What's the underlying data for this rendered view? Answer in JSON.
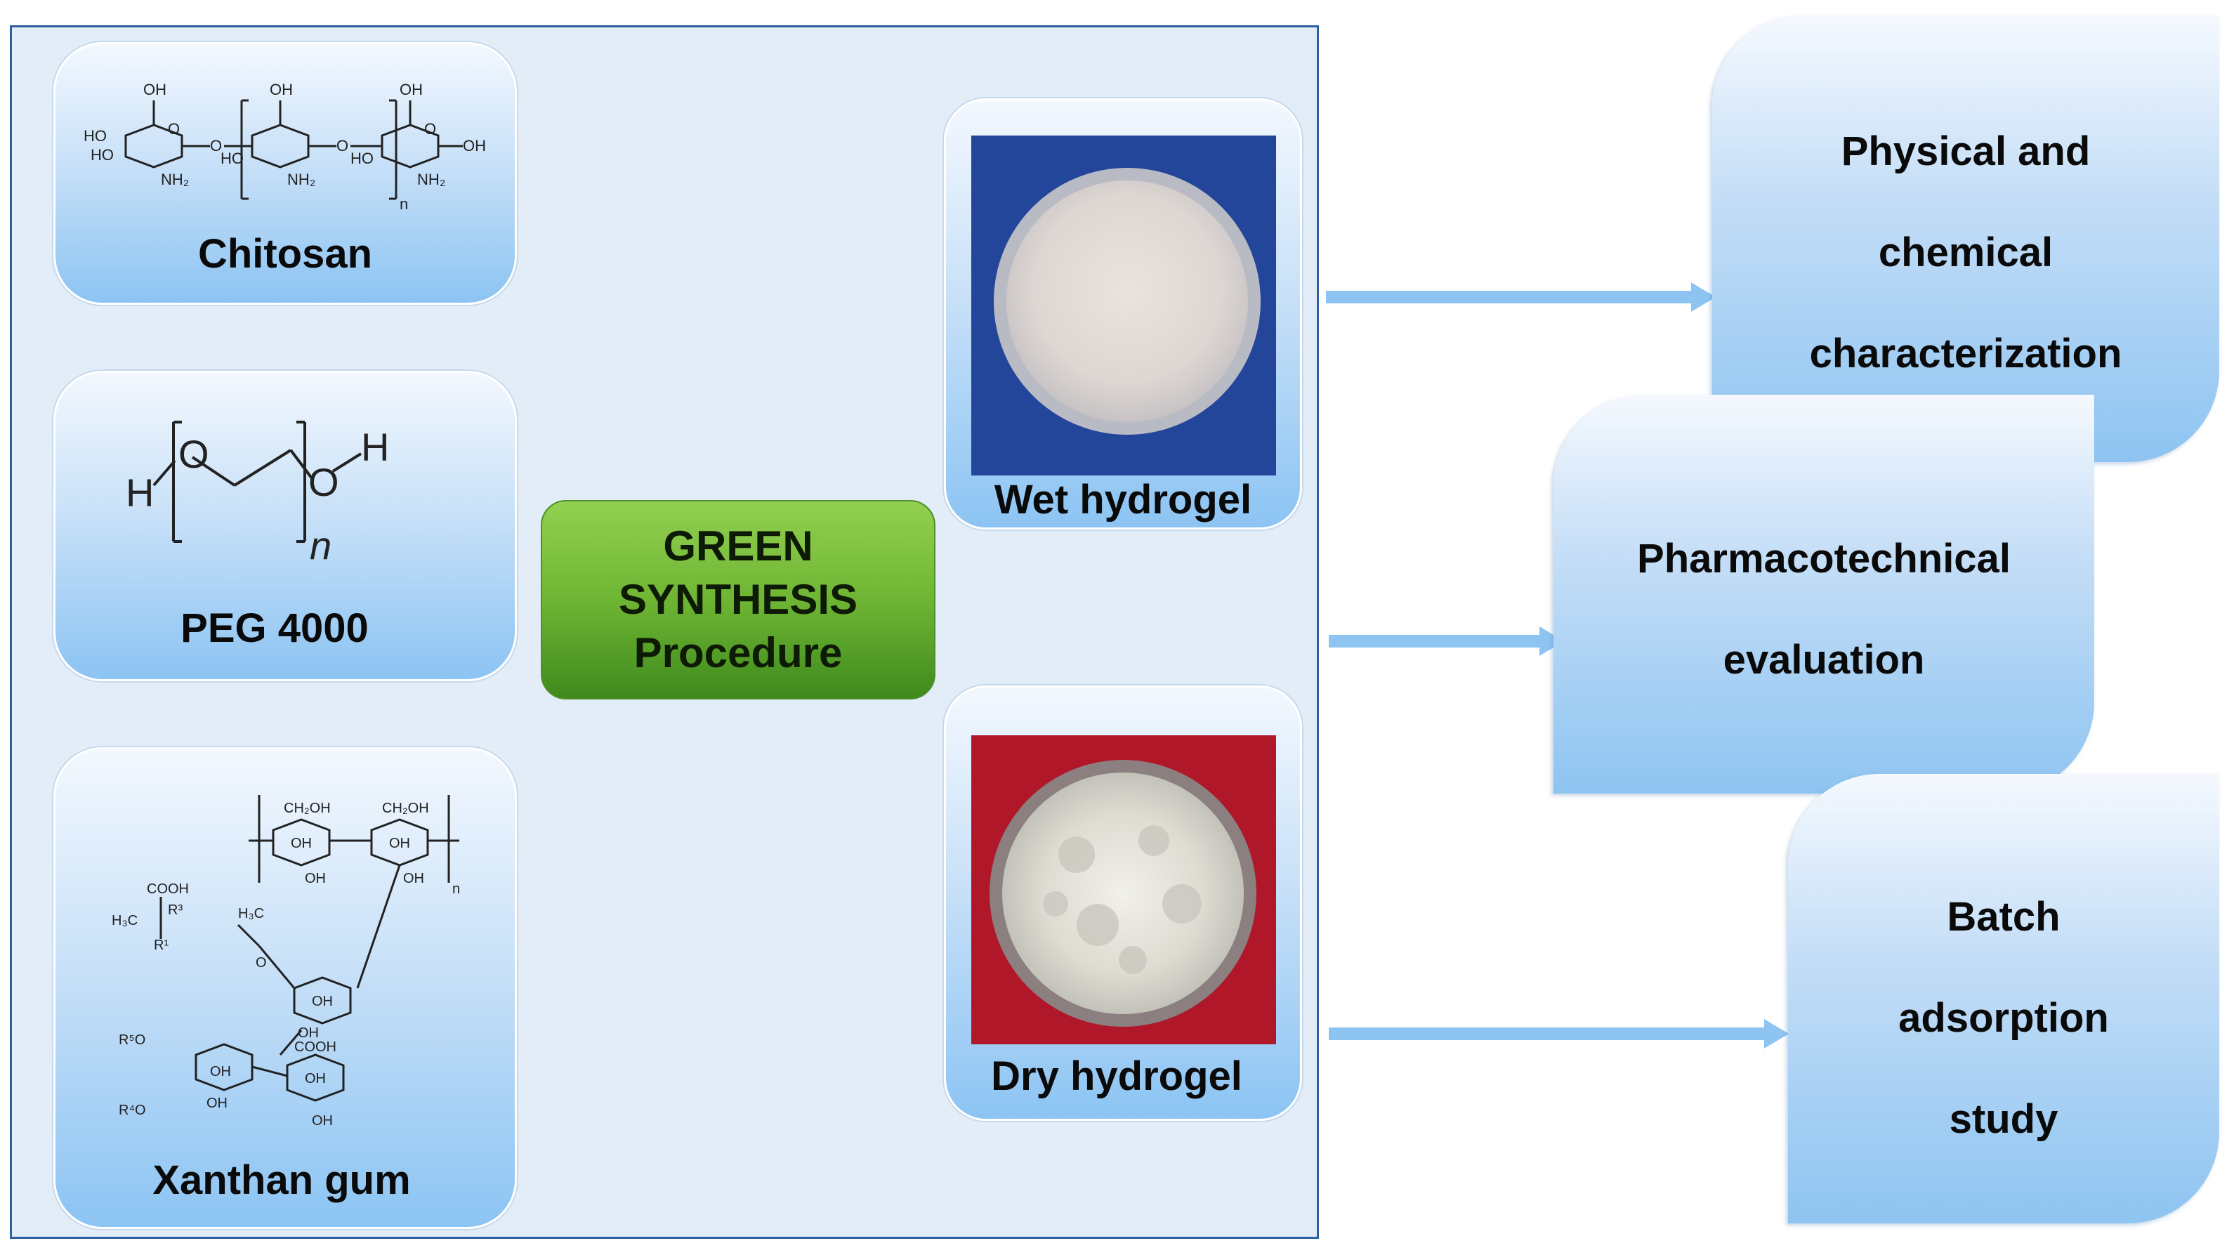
{
  "inputs": {
    "chitosan": {
      "label": "Chitosan"
    },
    "peg": {
      "label": "PEG 4000"
    },
    "xanthan": {
      "label": "Xanthan gum"
    }
  },
  "process": {
    "lines": [
      "GREEN",
      "SYNTHESIS",
      "Procedure"
    ]
  },
  "products": {
    "wet": {
      "label": "Wet hydrogel",
      "background": "#23459a"
    },
    "dry": {
      "label": "Dry hydrogel",
      "background": "#b0182a"
    }
  },
  "outputs": {
    "characterization": {
      "lines": [
        "Physical and",
        "chemical",
        "characterization"
      ]
    },
    "evaluation": {
      "lines": [
        "Pharmacotechnical",
        "evaluation"
      ]
    },
    "adsorption": {
      "lines": [
        "Batch",
        "adsorption",
        "study"
      ]
    }
  },
  "colors": {
    "panel_border": "#2e5f9e",
    "panel_fill": "#e3edf8",
    "card_fill": "#8cc4f3",
    "process_fill": "#6fb534",
    "arrow": "#8ec4f1"
  },
  "structure_labels": {
    "chitosan": [
      "OH",
      "OH",
      "OH",
      "HO",
      "HO",
      "HO",
      "HO",
      "NH₂",
      "NH₂",
      "NH₂",
      "O",
      "O",
      "O",
      "O",
      "OH",
      "n"
    ],
    "peg": [
      "H",
      "O",
      "O",
      "H",
      "n"
    ],
    "xanthan": [
      "CH₂OH",
      "CH₂OH",
      "OH",
      "OH",
      "OH",
      "OH",
      "COOH",
      "H₃C",
      "R³",
      "R¹",
      "H₃C",
      "O",
      "OH",
      "OH",
      "COOH",
      "OH",
      "OH",
      "OH",
      "R⁵O",
      "R⁴O",
      "OH",
      "n"
    ]
  }
}
